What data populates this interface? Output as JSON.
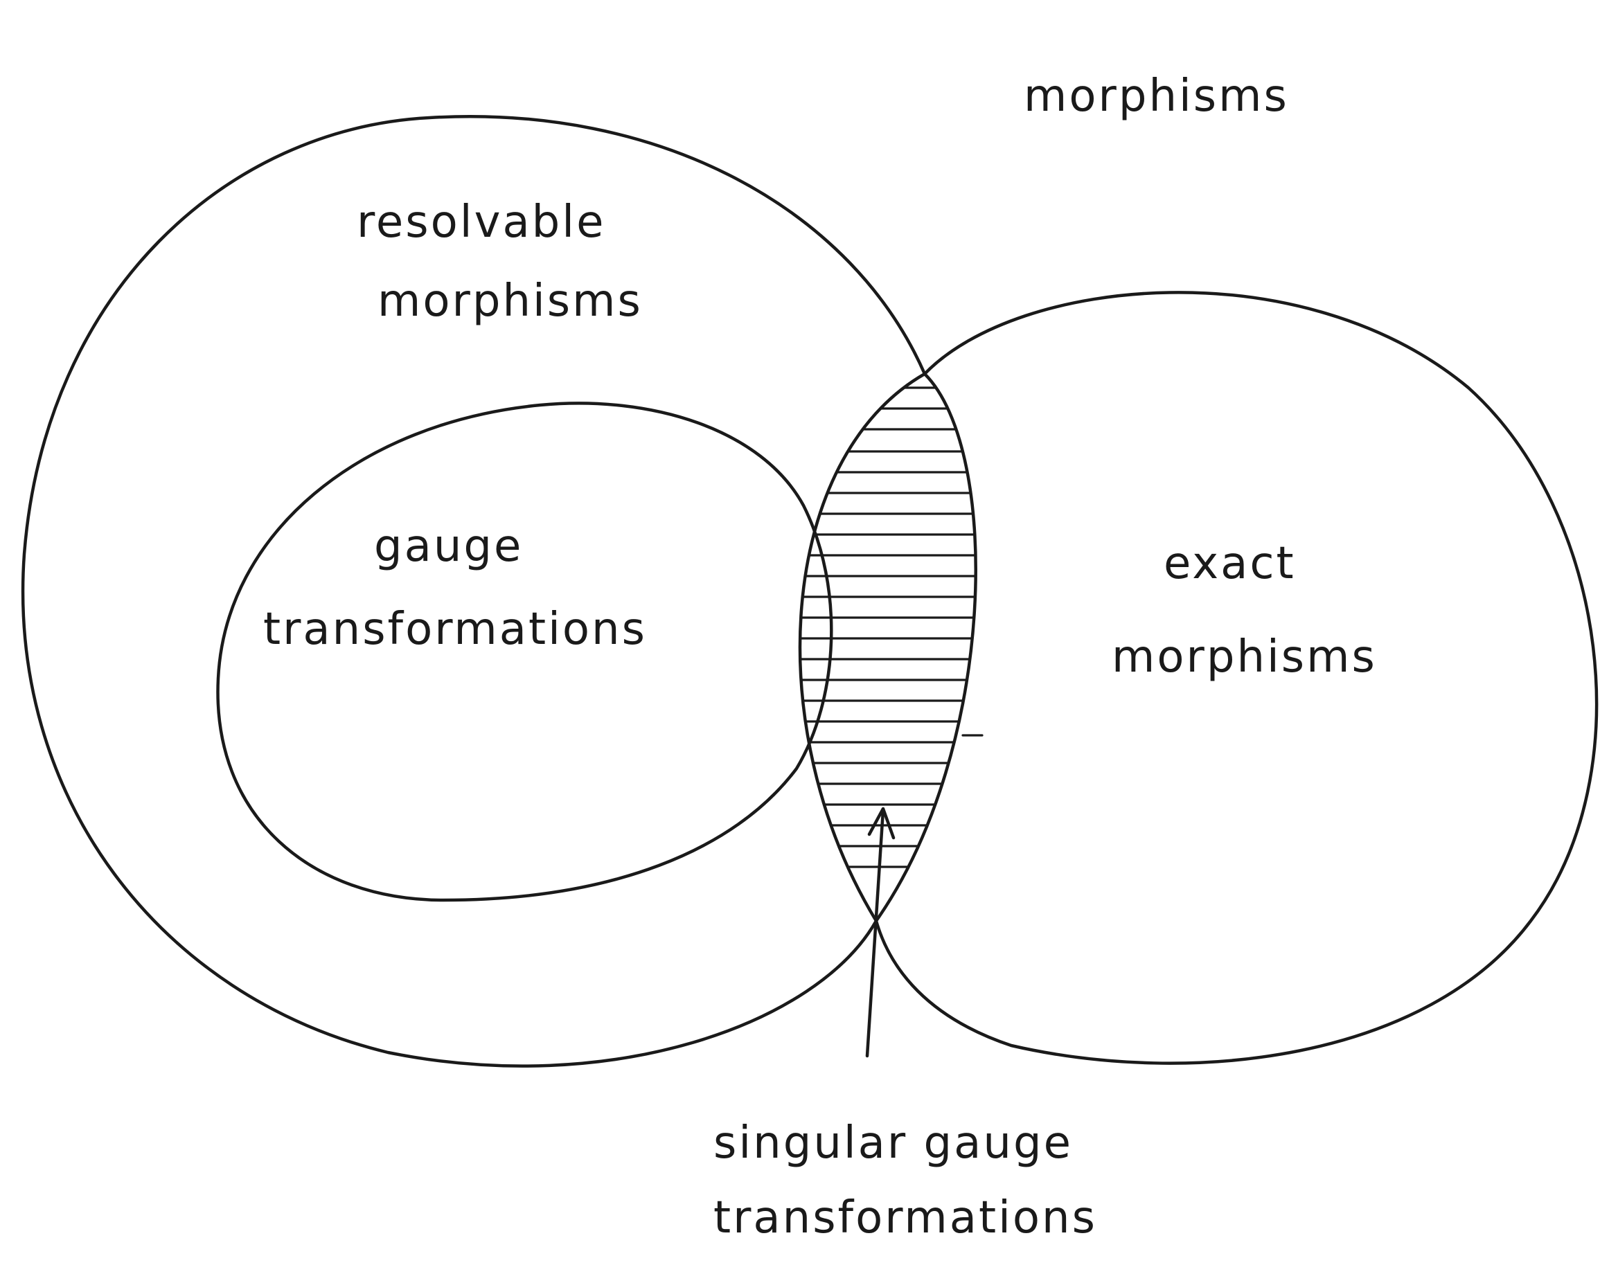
{
  "labels": {
    "universe": "morphisms",
    "resolvable_line1": "resolvable",
    "resolvable_line2": "morphisms",
    "gauge_line1": "gauge",
    "gauge_line2": "transformations",
    "exact_line1": "exact",
    "exact_line2": "morphisms",
    "singular_line1": "singular gauge",
    "singular_line2": "transformations"
  },
  "colors": {
    "ink": "#1a1a1a",
    "paper": "#ffffff"
  }
}
